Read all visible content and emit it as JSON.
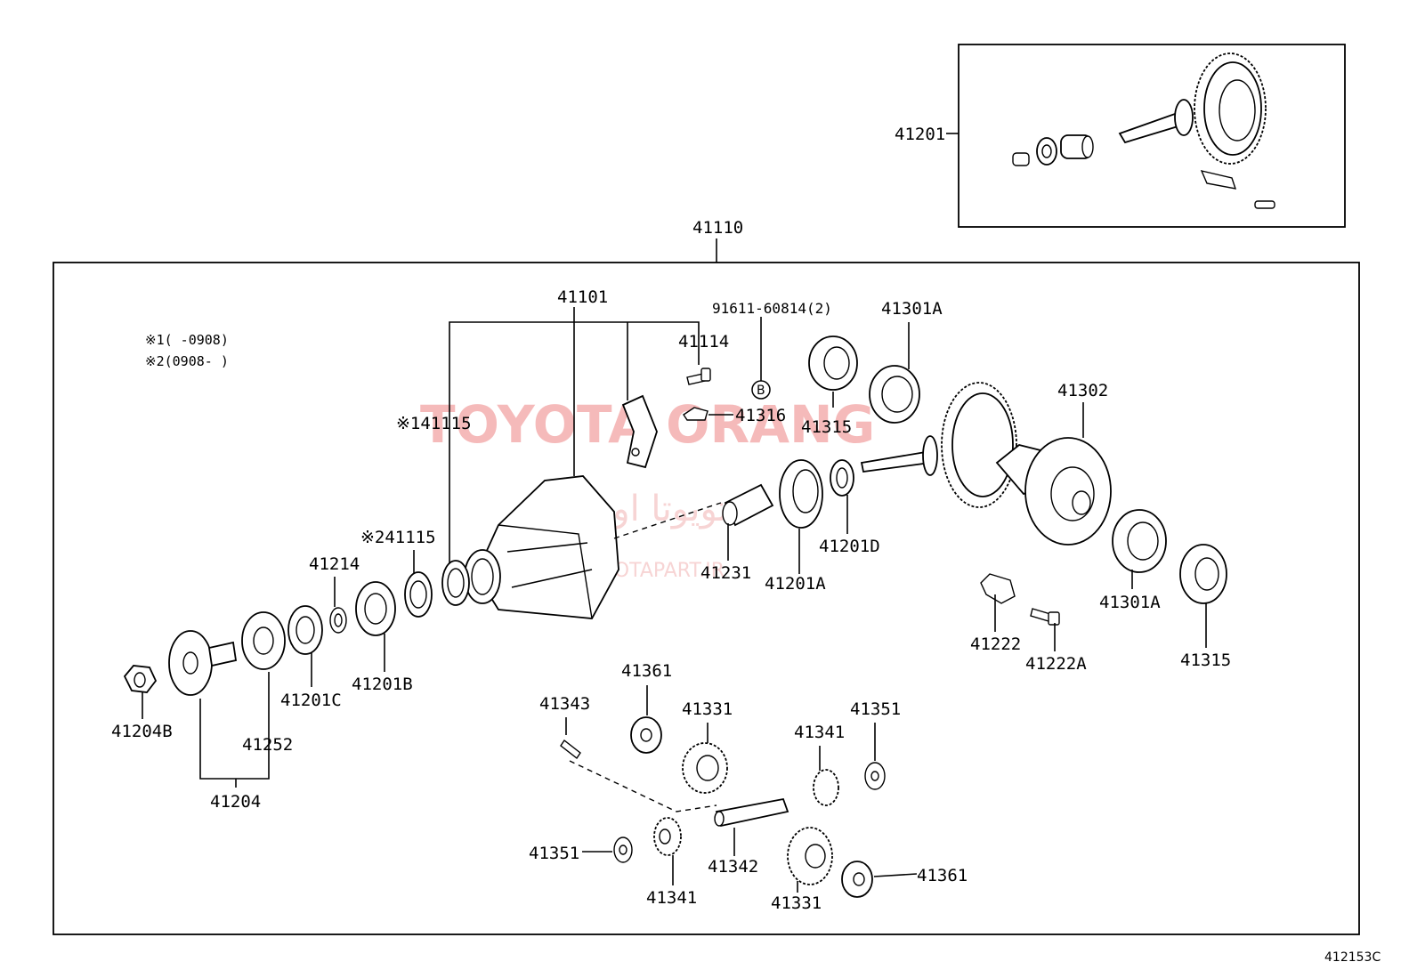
{
  "watermark": {
    "brand": "TOYOTA ORANG",
    "persian": "تویوتا اورنگ",
    "site": "TOYOTAPART.IR"
  },
  "notes": {
    "note1": "※1(    -0908)",
    "note2": "※2(0908-    )"
  },
  "circle_marker": "B",
  "diagram_code": "412153C",
  "labels": {
    "l41201": "41201",
    "l41110": "41110",
    "l41101": "41101",
    "l91611": "91611-60814(2)",
    "l41301A_top": "41301A",
    "l41114": "41114",
    "l41316": "41316",
    "l41115_1": "※141115",
    "l41315_top": "41315",
    "l41302": "41302",
    "l41115_2": "※241115",
    "l41214": "41214",
    "l41231": "41231",
    "l41201A": "41201A",
    "l41201D": "41201D",
    "l41301A_bot": "41301A",
    "l41222": "41222",
    "l41222A": "41222A",
    "l41315_bot": "41315",
    "l41201B": "41201B",
    "l41201C": "41201C",
    "l41252": "41252",
    "l41204B": "41204B",
    "l41204": "41204",
    "l41361_top": "41361",
    "l41331_top": "41331",
    "l41343": "41343",
    "l41341_right": "41341",
    "l41351_right": "41351",
    "l41351_left": "41351",
    "l41342": "41342",
    "l41341_bot": "41341",
    "l41331_bot": "41331",
    "l41361_bot": "41361"
  }
}
